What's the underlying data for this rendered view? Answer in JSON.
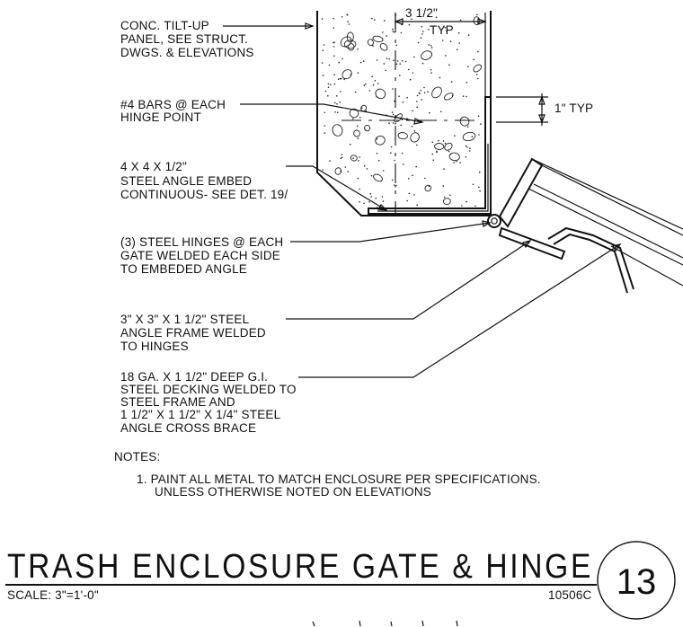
{
  "callouts": {
    "panel": [
      "CONC. TILT-UP",
      "PANEL, SEE STRUCT.",
      "DWGS. & ELEVATIONS"
    ],
    "bars": [
      "#4 BARS @ EACH",
      "HINGE POINT"
    ],
    "embed": [
      "4  X 4  X 1/2\"",
      "STEEL ANGLE EMBED",
      "CONTINUOUS- SEE DET. 19/"
    ],
    "hinges": [
      "(3) STEEL HINGES @ EACH",
      "GATE WELDED EACH SIDE",
      "TO EMBEDED ANGLE"
    ],
    "frame": [
      "3\" X 3\" X 1 1/2\" STEEL",
      "ANGLE FRAME WELDED",
      "TO HINGES"
    ],
    "decking": [
      "18 GA. X 1 1/2\" DEEP G.I.",
      "STEEL DECKING WELDED TO",
      "STEEL FRAME AND",
      "1 1/2\" X 1 1/2\" X 1/4\" STEEL",
      "ANGLE CROSS BRACE"
    ]
  },
  "dimensions": {
    "top_value": "3 1/2\"",
    "top_typ": "TYP",
    "side": "1\"  TYP"
  },
  "notes": {
    "heading": "NOTES:",
    "items": [
      "1. PAINT ALL METAL TO MATCH ENCLOSURE PER SPECIFICATIONS.",
      "UNLESS OTHERWISE NOTED ON ELEVATIONS"
    ]
  },
  "title_block": {
    "title": "TRASH  ENCLOSURE  GATE  &  HINGE",
    "scale": "SCALE: 3\"=1'-0\"",
    "detail_number": "13",
    "sheet_ref": "10506C"
  }
}
